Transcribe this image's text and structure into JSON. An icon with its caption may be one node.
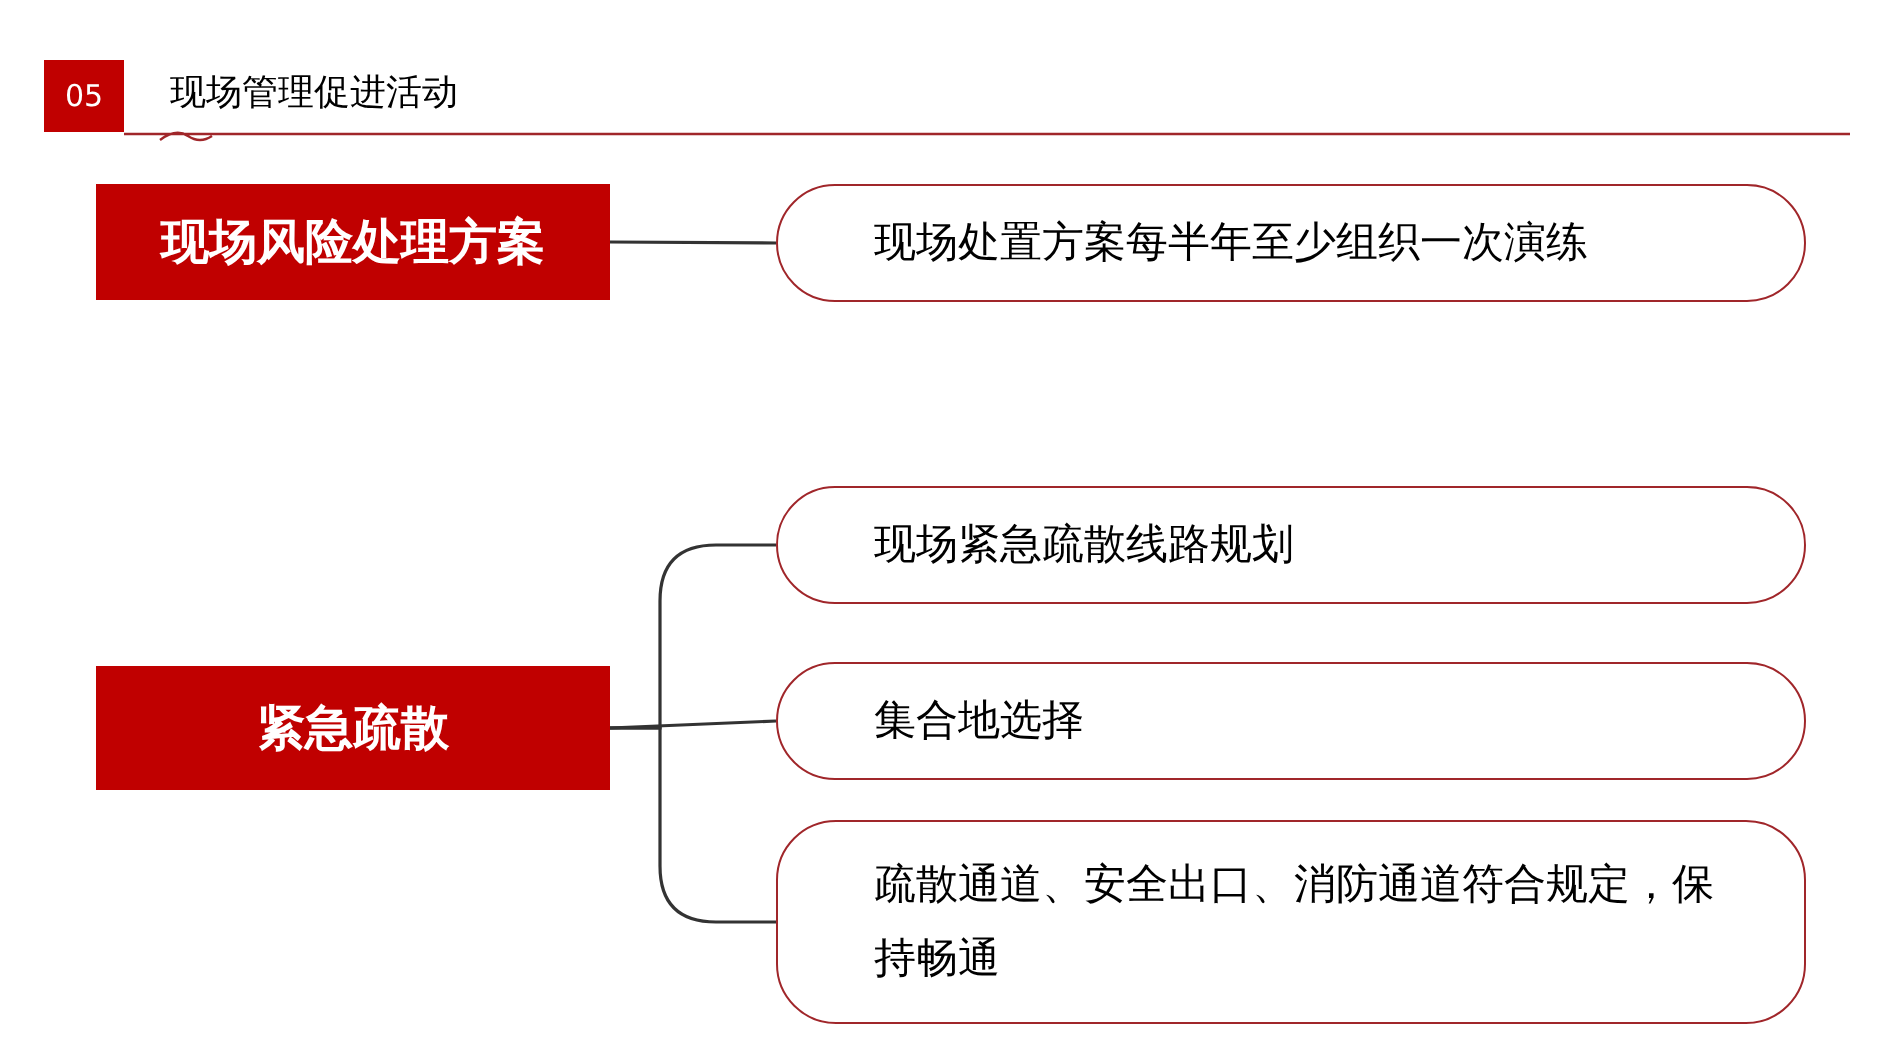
{
  "diagram": {
    "title": "现场管理促进活动",
    "nodes": [
      {
        "text": [
          "05"
        ]
      },
      {
        "text": [
          "现场风险处理方案"
        ]
      },
      {
        "text": [
          "现场处置方案每半年至少组织一次演练"
        ]
      },
      {
        "text": [
          "紧急疏散"
        ]
      },
      {
        "text": [
          "现场紧急疏散线路规划"
        ]
      },
      {
        "text": [
          "集合地选择"
        ]
      },
      {
        "text": [
          "疏散通道、安全出口、消防通道符合规定，保持畅通"
        ]
      }
    ],
    "edges": [
      {
        "from": 1,
        "to": 2,
        "arrow": "none"
      },
      {
        "from": 3,
        "to": 4,
        "arrow": "none"
      },
      {
        "from": 3,
        "to": 5,
        "arrow": "none"
      },
      {
        "from": 3,
        "to": 6,
        "arrow": "none"
      }
    ]
  }
}
